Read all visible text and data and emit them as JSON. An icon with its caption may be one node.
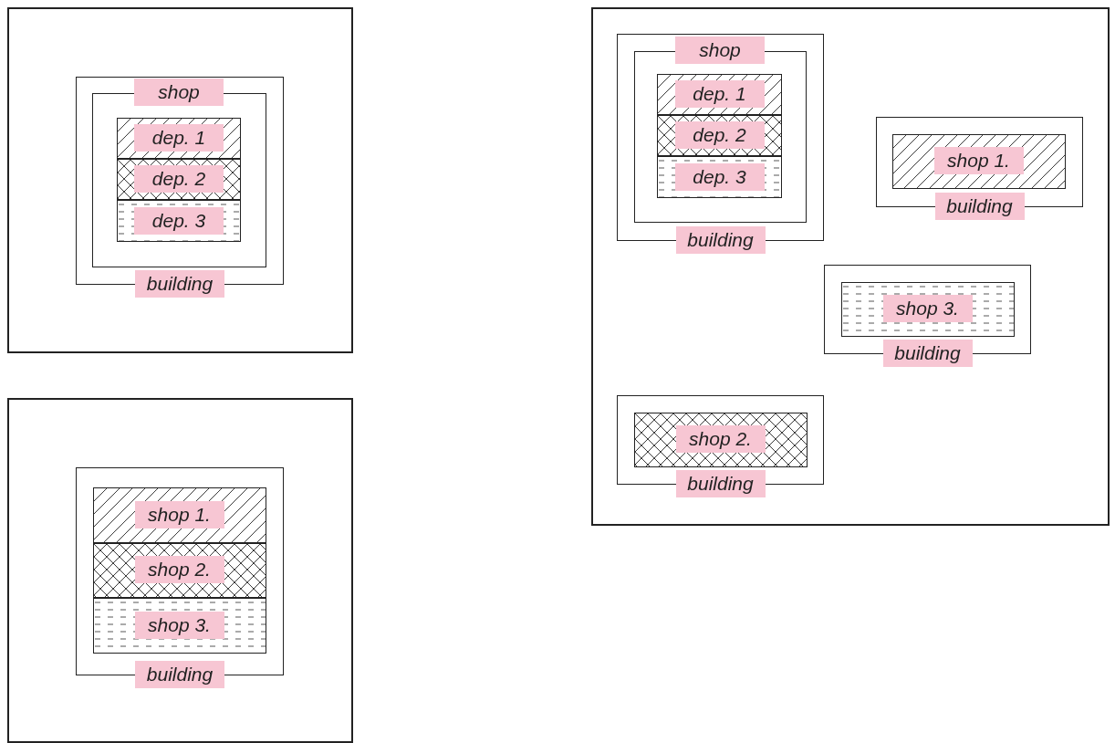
{
  "diagram": {
    "nodes": [
      {
        "text": [],
        "shape": "box"
      },
      {
        "text": [
          "building"
        ],
        "in": 0
      },
      {
        "text": [
          "shop"
        ],
        "in": 1
      },
      {
        "text": [
          "dep. 1"
        ],
        "in": 2
      },
      {
        "text": [
          "dep. 2"
        ],
        "in": 2
      },
      {
        "text": [
          "dep. 3"
        ],
        "in": 2
      },
      {
        "text": [],
        "shape": "box"
      },
      {
        "text": [
          "building"
        ],
        "in": 6
      },
      {
        "text": [
          "shop 1."
        ],
        "in": 7
      },
      {
        "text": [
          "shop 2."
        ],
        "in": 7
      },
      {
        "text": [
          "shop 3."
        ],
        "in": 7
      },
      {
        "text": [],
        "shape": "box"
      },
      {
        "text": [
          "building"
        ],
        "in": 11
      },
      {
        "text": [
          "shop"
        ],
        "in": 12
      },
      {
        "text": [
          "dep. 1"
        ],
        "in": 13
      },
      {
        "text": [
          "dep. 2"
        ],
        "in": 13
      },
      {
        "text": [
          "dep. 3"
        ],
        "in": 13
      },
      {
        "text": [
          "building"
        ],
        "in": 11
      },
      {
        "text": [
          "shop 1."
        ],
        "in": 17
      },
      {
        "text": [
          "building"
        ],
        "in": 11
      },
      {
        "text": [
          "shop 3."
        ],
        "in": 19
      },
      {
        "text": [
          "building"
        ],
        "in": 11
      },
      {
        "text": [
          "shop 2."
        ],
        "in": 21
      }
    ]
  }
}
